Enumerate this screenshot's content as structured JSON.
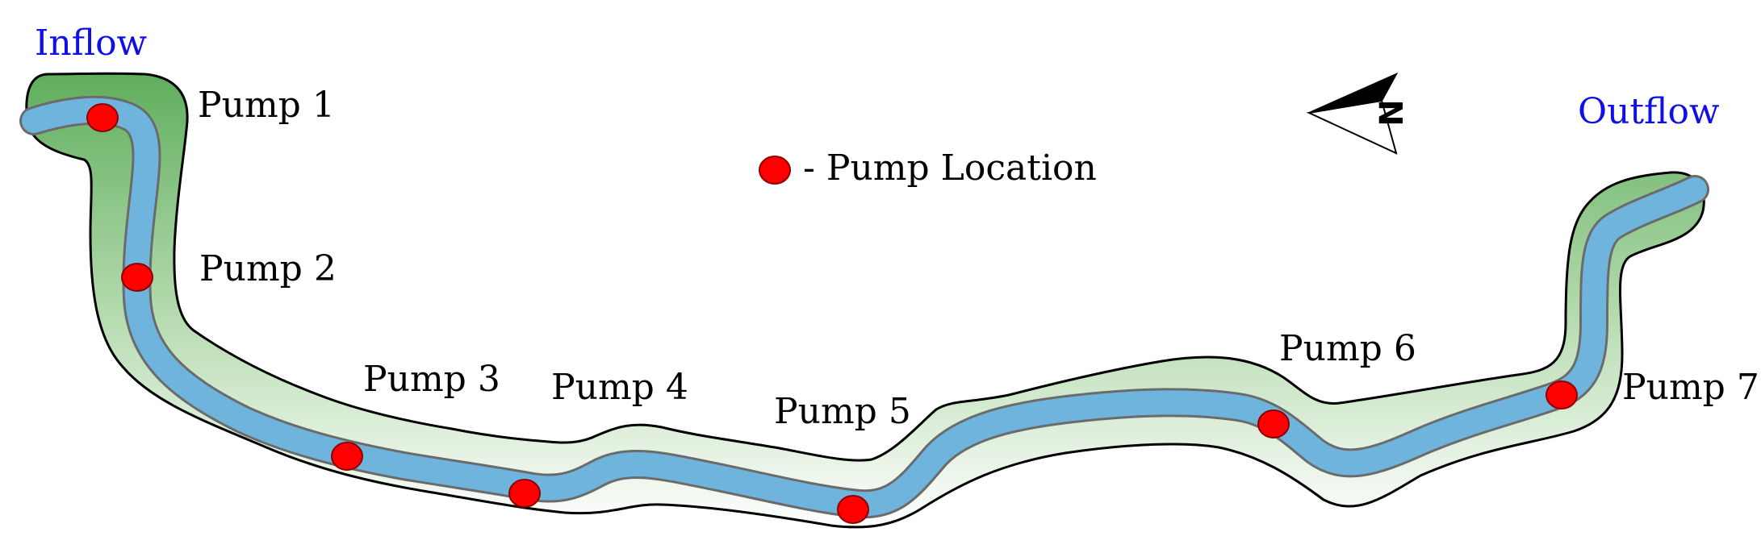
{
  "labels": {
    "inflow": "Inflow",
    "outflow": "Outflow",
    "legend_text": "- Pump Location",
    "north": "N"
  },
  "pumps": [
    {
      "label": "Pump 1"
    },
    {
      "label": "Pump 2"
    },
    {
      "label": "Pump 3"
    },
    {
      "label": "Pump 4"
    },
    {
      "label": "Pump 5"
    },
    {
      "label": "Pump 6"
    },
    {
      "label": "Pump 7"
    }
  ],
  "colors": {
    "flow_text": "#1010e6",
    "river": "#6fb4dc",
    "river_edge": "#6b6b6b",
    "floodplain": "#6db66a",
    "pump": "#ff0000",
    "outline": "#000000"
  }
}
